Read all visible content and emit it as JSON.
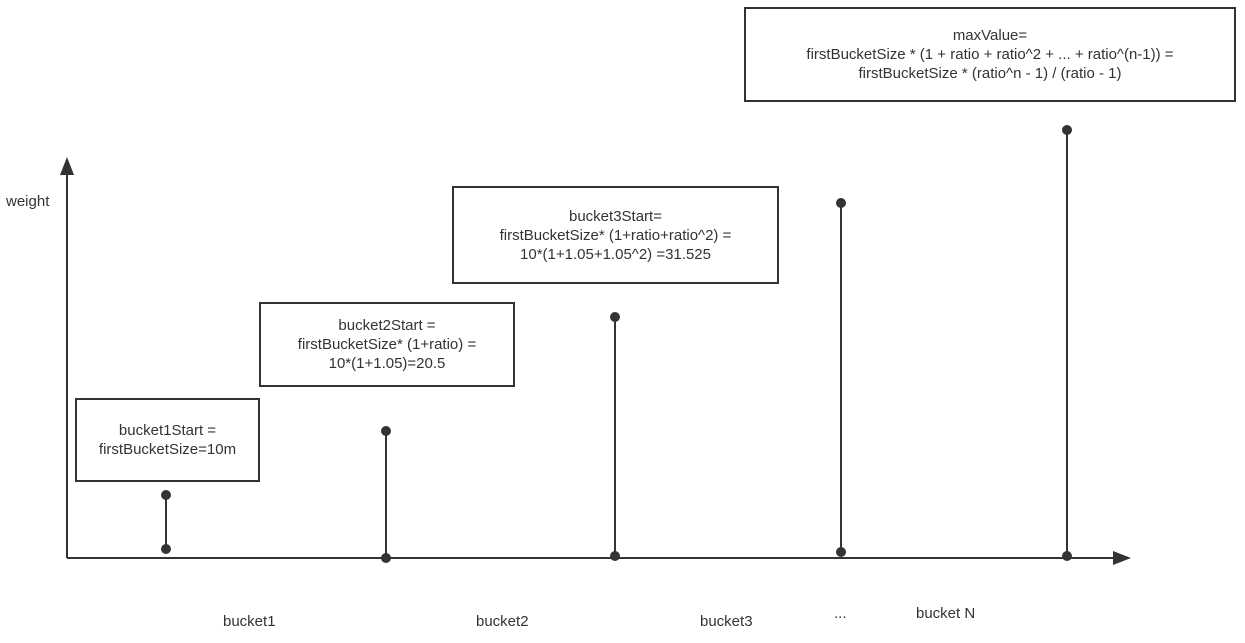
{
  "axis": {
    "y_label": "weight"
  },
  "buckets": [
    {
      "label": "bucket1",
      "box": [
        "bucket1Start =",
        "firstBucketSize=10m"
      ]
    },
    {
      "label": "bucket2",
      "box": [
        "bucket2Start =",
        "firstBucketSize* (1+ratio) =",
        "10*(1+1.05)=20.5"
      ]
    },
    {
      "label": "bucket3",
      "box": [
        "bucket3Start=",
        "firstBucketSize* (1+ratio+ratio^2) =",
        "10*(1+1.05+1.05^2) =31.525"
      ]
    },
    {
      "label": "...",
      "box": []
    },
    {
      "label": "bucket N",
      "box": [
        "maxValue=",
        "firstBucketSize * (1 + ratio + ratio^2 + ... + ratio^(n-1)) =",
        "firstBucketSize * (ratio^n - 1) / (ratio - 1)"
      ]
    }
  ]
}
